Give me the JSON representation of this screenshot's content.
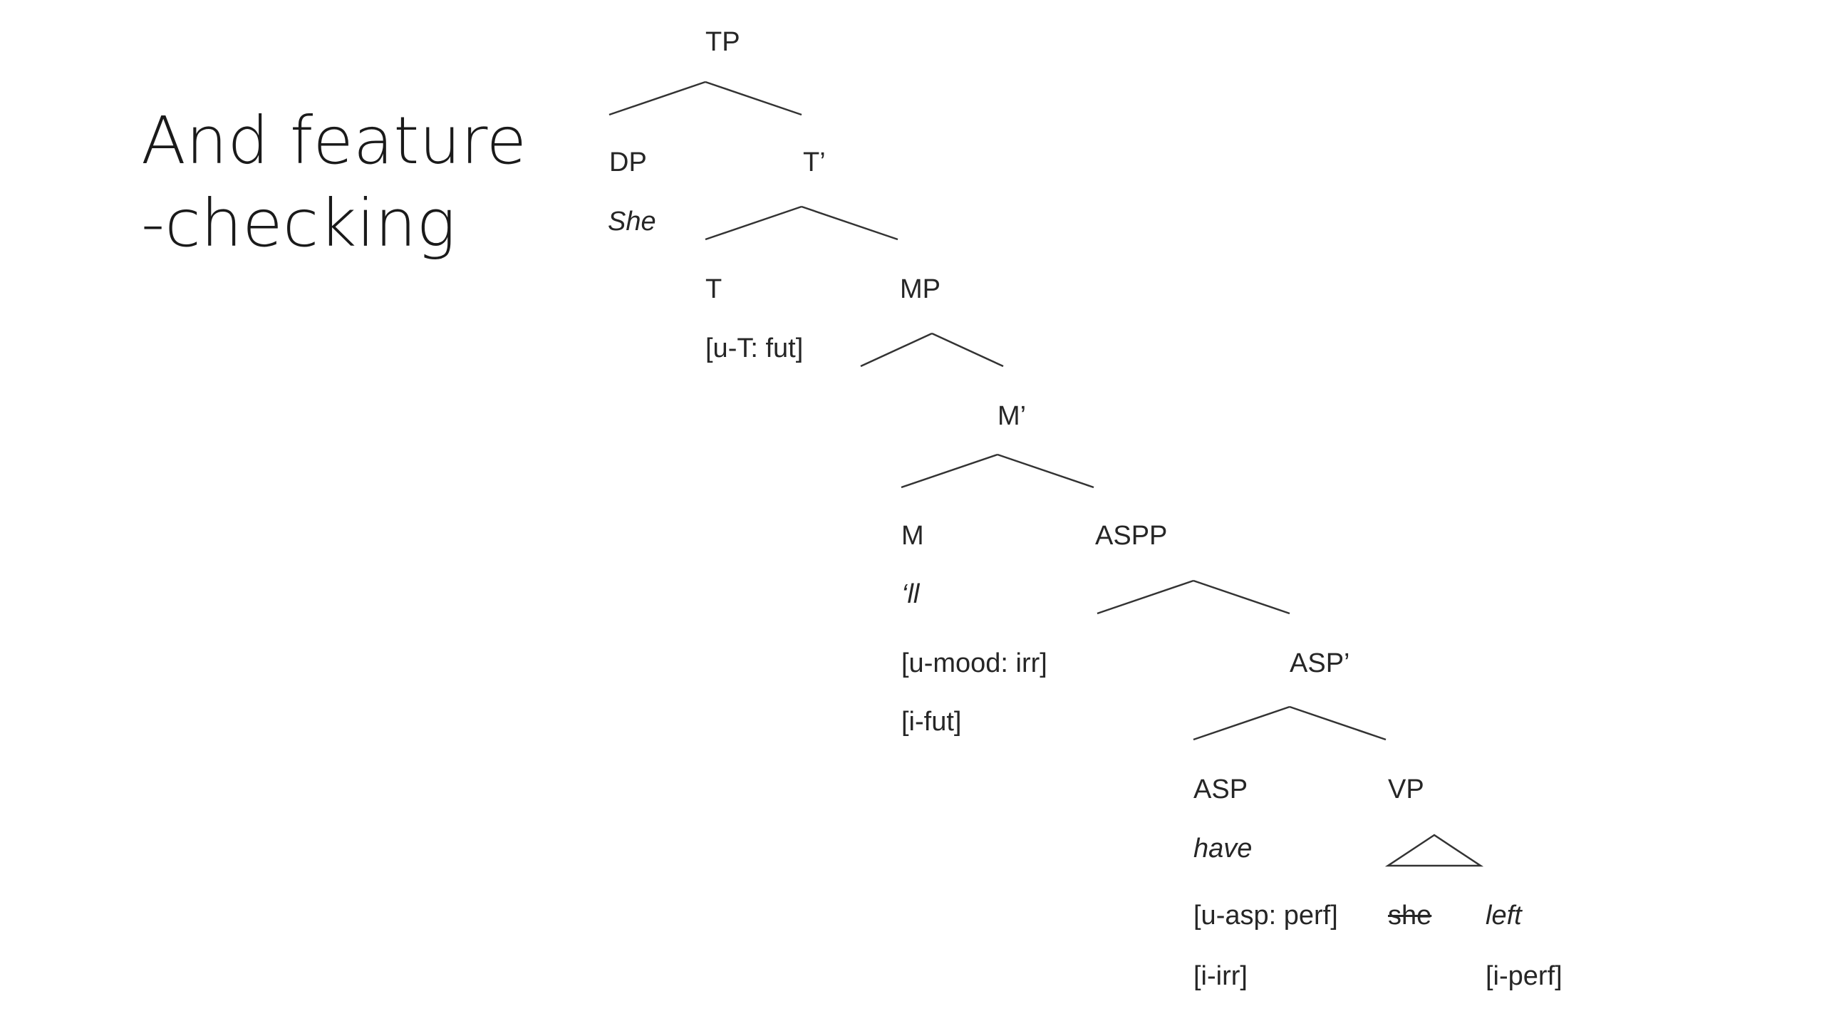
{
  "slide": {
    "title_line1": "And feature",
    "title_line2": "-checking"
  },
  "tree": {
    "tp": "TP",
    "dp": "DP",
    "dp_word": "She",
    "t_bar": "T’",
    "t": "T",
    "t_feature": "[u-T: fut]",
    "mp": "MP",
    "m_bar": "M’",
    "m": "M",
    "m_word": "‘ll",
    "m_feature1": "[u-mood: irr]",
    "m_feature2": "[i-fut]",
    "aspp": "ASPP",
    "asp_bar": "ASP’",
    "asp": "ASP",
    "asp_word": "have",
    "asp_feature1": "[u-asp: perf]",
    "asp_feature2": "[i-irr]",
    "vp": "VP",
    "vp_trace": "she",
    "vp_word": "left",
    "vp_feature": "[i-perf]"
  }
}
